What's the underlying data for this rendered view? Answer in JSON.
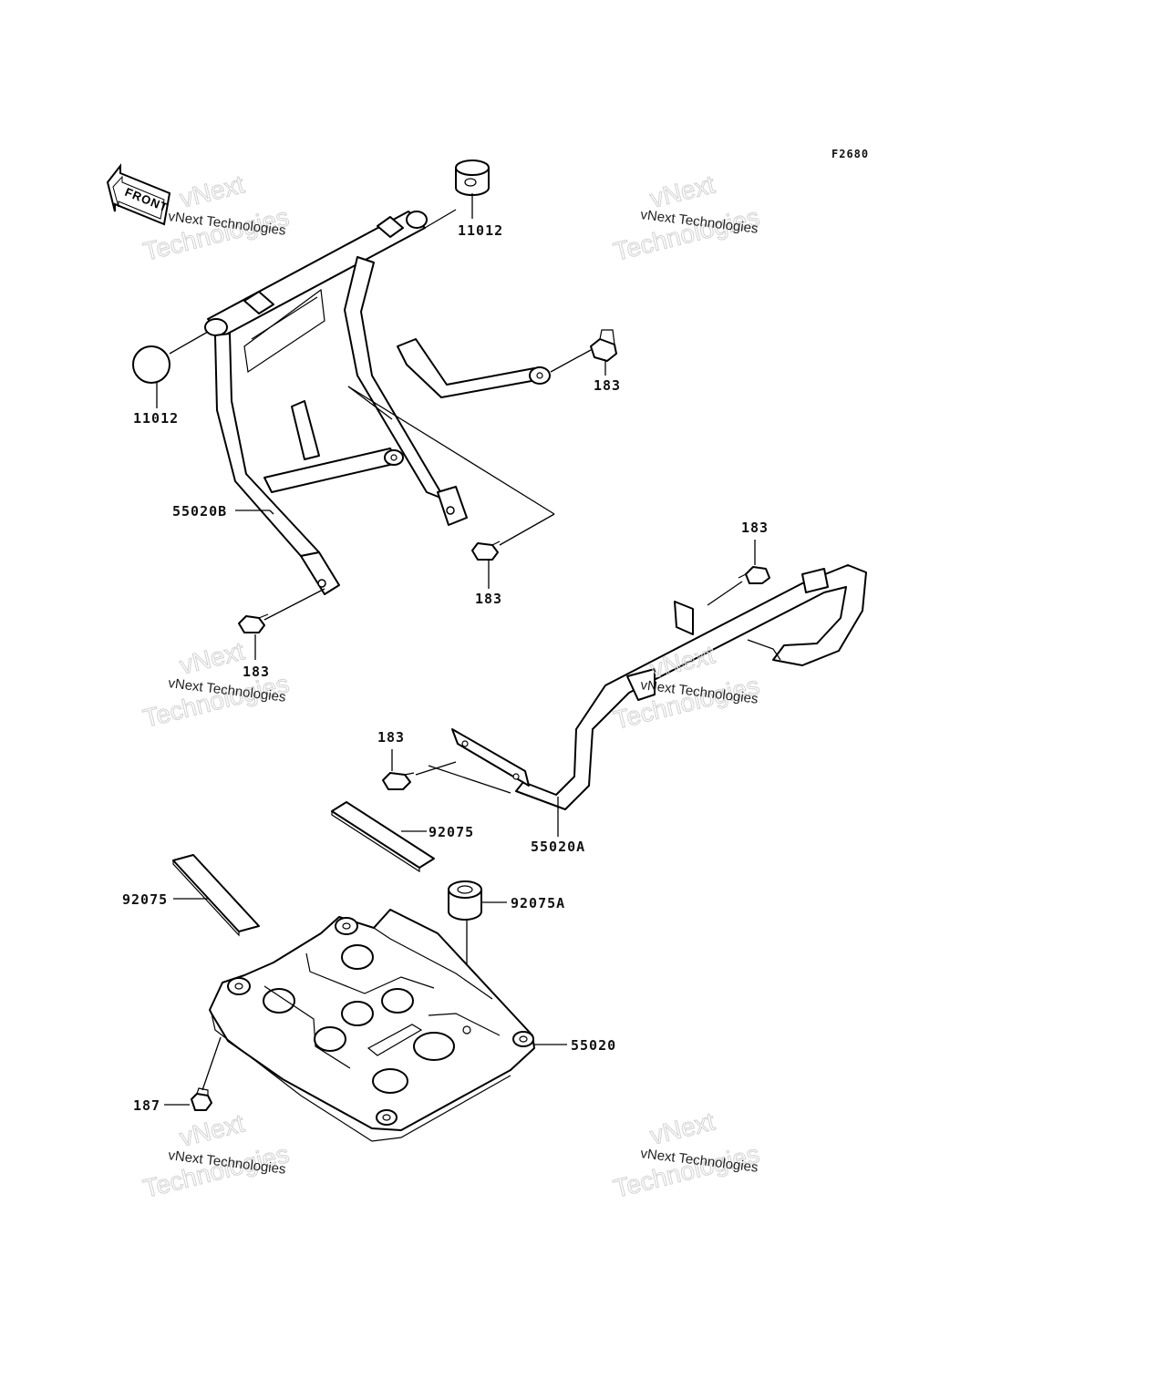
{
  "diagram_code": "F2680",
  "front_label": "FRONT",
  "watermark": {
    "line1": "vNext Technologies",
    "line2": "vNext",
    "line3": "Technologies"
  },
  "callouts": {
    "bumper_top_right": "11012",
    "bumper_left": "11012",
    "bolt_right_upper": "183",
    "guard_b": "55020B",
    "bolt_center": "183",
    "bolt_lower_left": "183",
    "bolt_right_bar": "183",
    "bolt_mid": "183",
    "pad_upper": "92075",
    "guard_a": "55020A",
    "pad_left": "92075",
    "damper": "92075A",
    "skid_plate": "55020",
    "bolt_skid": "187"
  }
}
